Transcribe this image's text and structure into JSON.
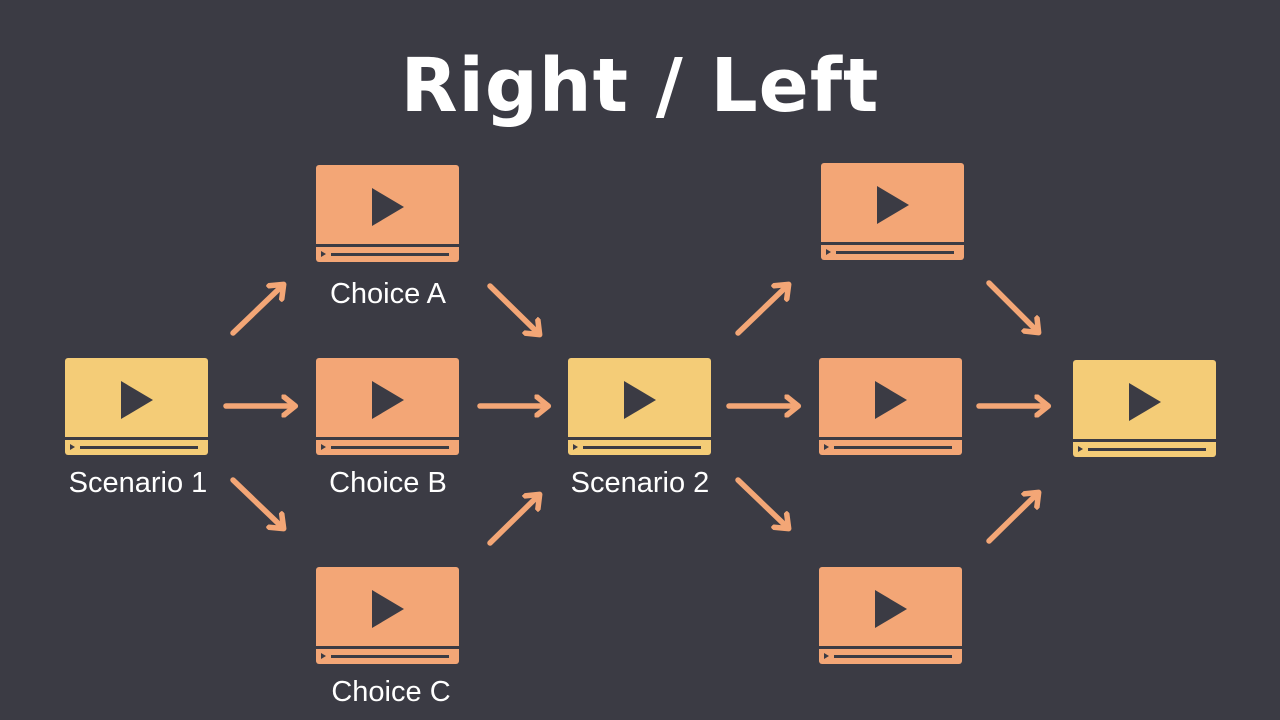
{
  "title": "Right / Left",
  "colors": {
    "background": "#3b3b44",
    "scenario": "#f4cc77",
    "choice": "#f3a676",
    "arrow": "#f3a676",
    "icon_dark": "#3b3b44",
    "text": "#ffffff"
  },
  "nodes": [
    {
      "id": "scenario-1",
      "kind": "scenario",
      "label": "Scenario 1",
      "icon": "video-player-icon"
    },
    {
      "id": "choice-a",
      "kind": "choice",
      "label": "Choice A",
      "icon": "video-player-icon"
    },
    {
      "id": "choice-b",
      "kind": "choice",
      "label": "Choice B",
      "icon": "video-player-icon"
    },
    {
      "id": "choice-c",
      "kind": "choice",
      "label": "Choice C",
      "icon": "video-player-icon"
    },
    {
      "id": "scenario-2",
      "kind": "scenario",
      "label": "Scenario 2",
      "icon": "video-player-icon"
    },
    {
      "id": "choice-2-top",
      "kind": "choice",
      "label": "",
      "icon": "video-player-icon"
    },
    {
      "id": "choice-2-middle",
      "kind": "choice",
      "label": "",
      "icon": "video-player-icon"
    },
    {
      "id": "choice-2-bottom",
      "kind": "choice",
      "label": "",
      "icon": "video-player-icon"
    },
    {
      "id": "scenario-3",
      "kind": "scenario",
      "label": "",
      "icon": "video-player-icon"
    }
  ],
  "edges": [
    {
      "from": "scenario-1",
      "to": "choice-a"
    },
    {
      "from": "scenario-1",
      "to": "choice-b"
    },
    {
      "from": "scenario-1",
      "to": "choice-c"
    },
    {
      "from": "choice-a",
      "to": "scenario-2"
    },
    {
      "from": "choice-b",
      "to": "scenario-2"
    },
    {
      "from": "choice-c",
      "to": "scenario-2"
    },
    {
      "from": "scenario-2",
      "to": "choice-2-top"
    },
    {
      "from": "scenario-2",
      "to": "choice-2-middle"
    },
    {
      "from": "scenario-2",
      "to": "choice-2-bottom"
    },
    {
      "from": "choice-2-top",
      "to": "scenario-3"
    },
    {
      "from": "choice-2-middle",
      "to": "scenario-3"
    },
    {
      "from": "choice-2-bottom",
      "to": "scenario-3"
    }
  ]
}
